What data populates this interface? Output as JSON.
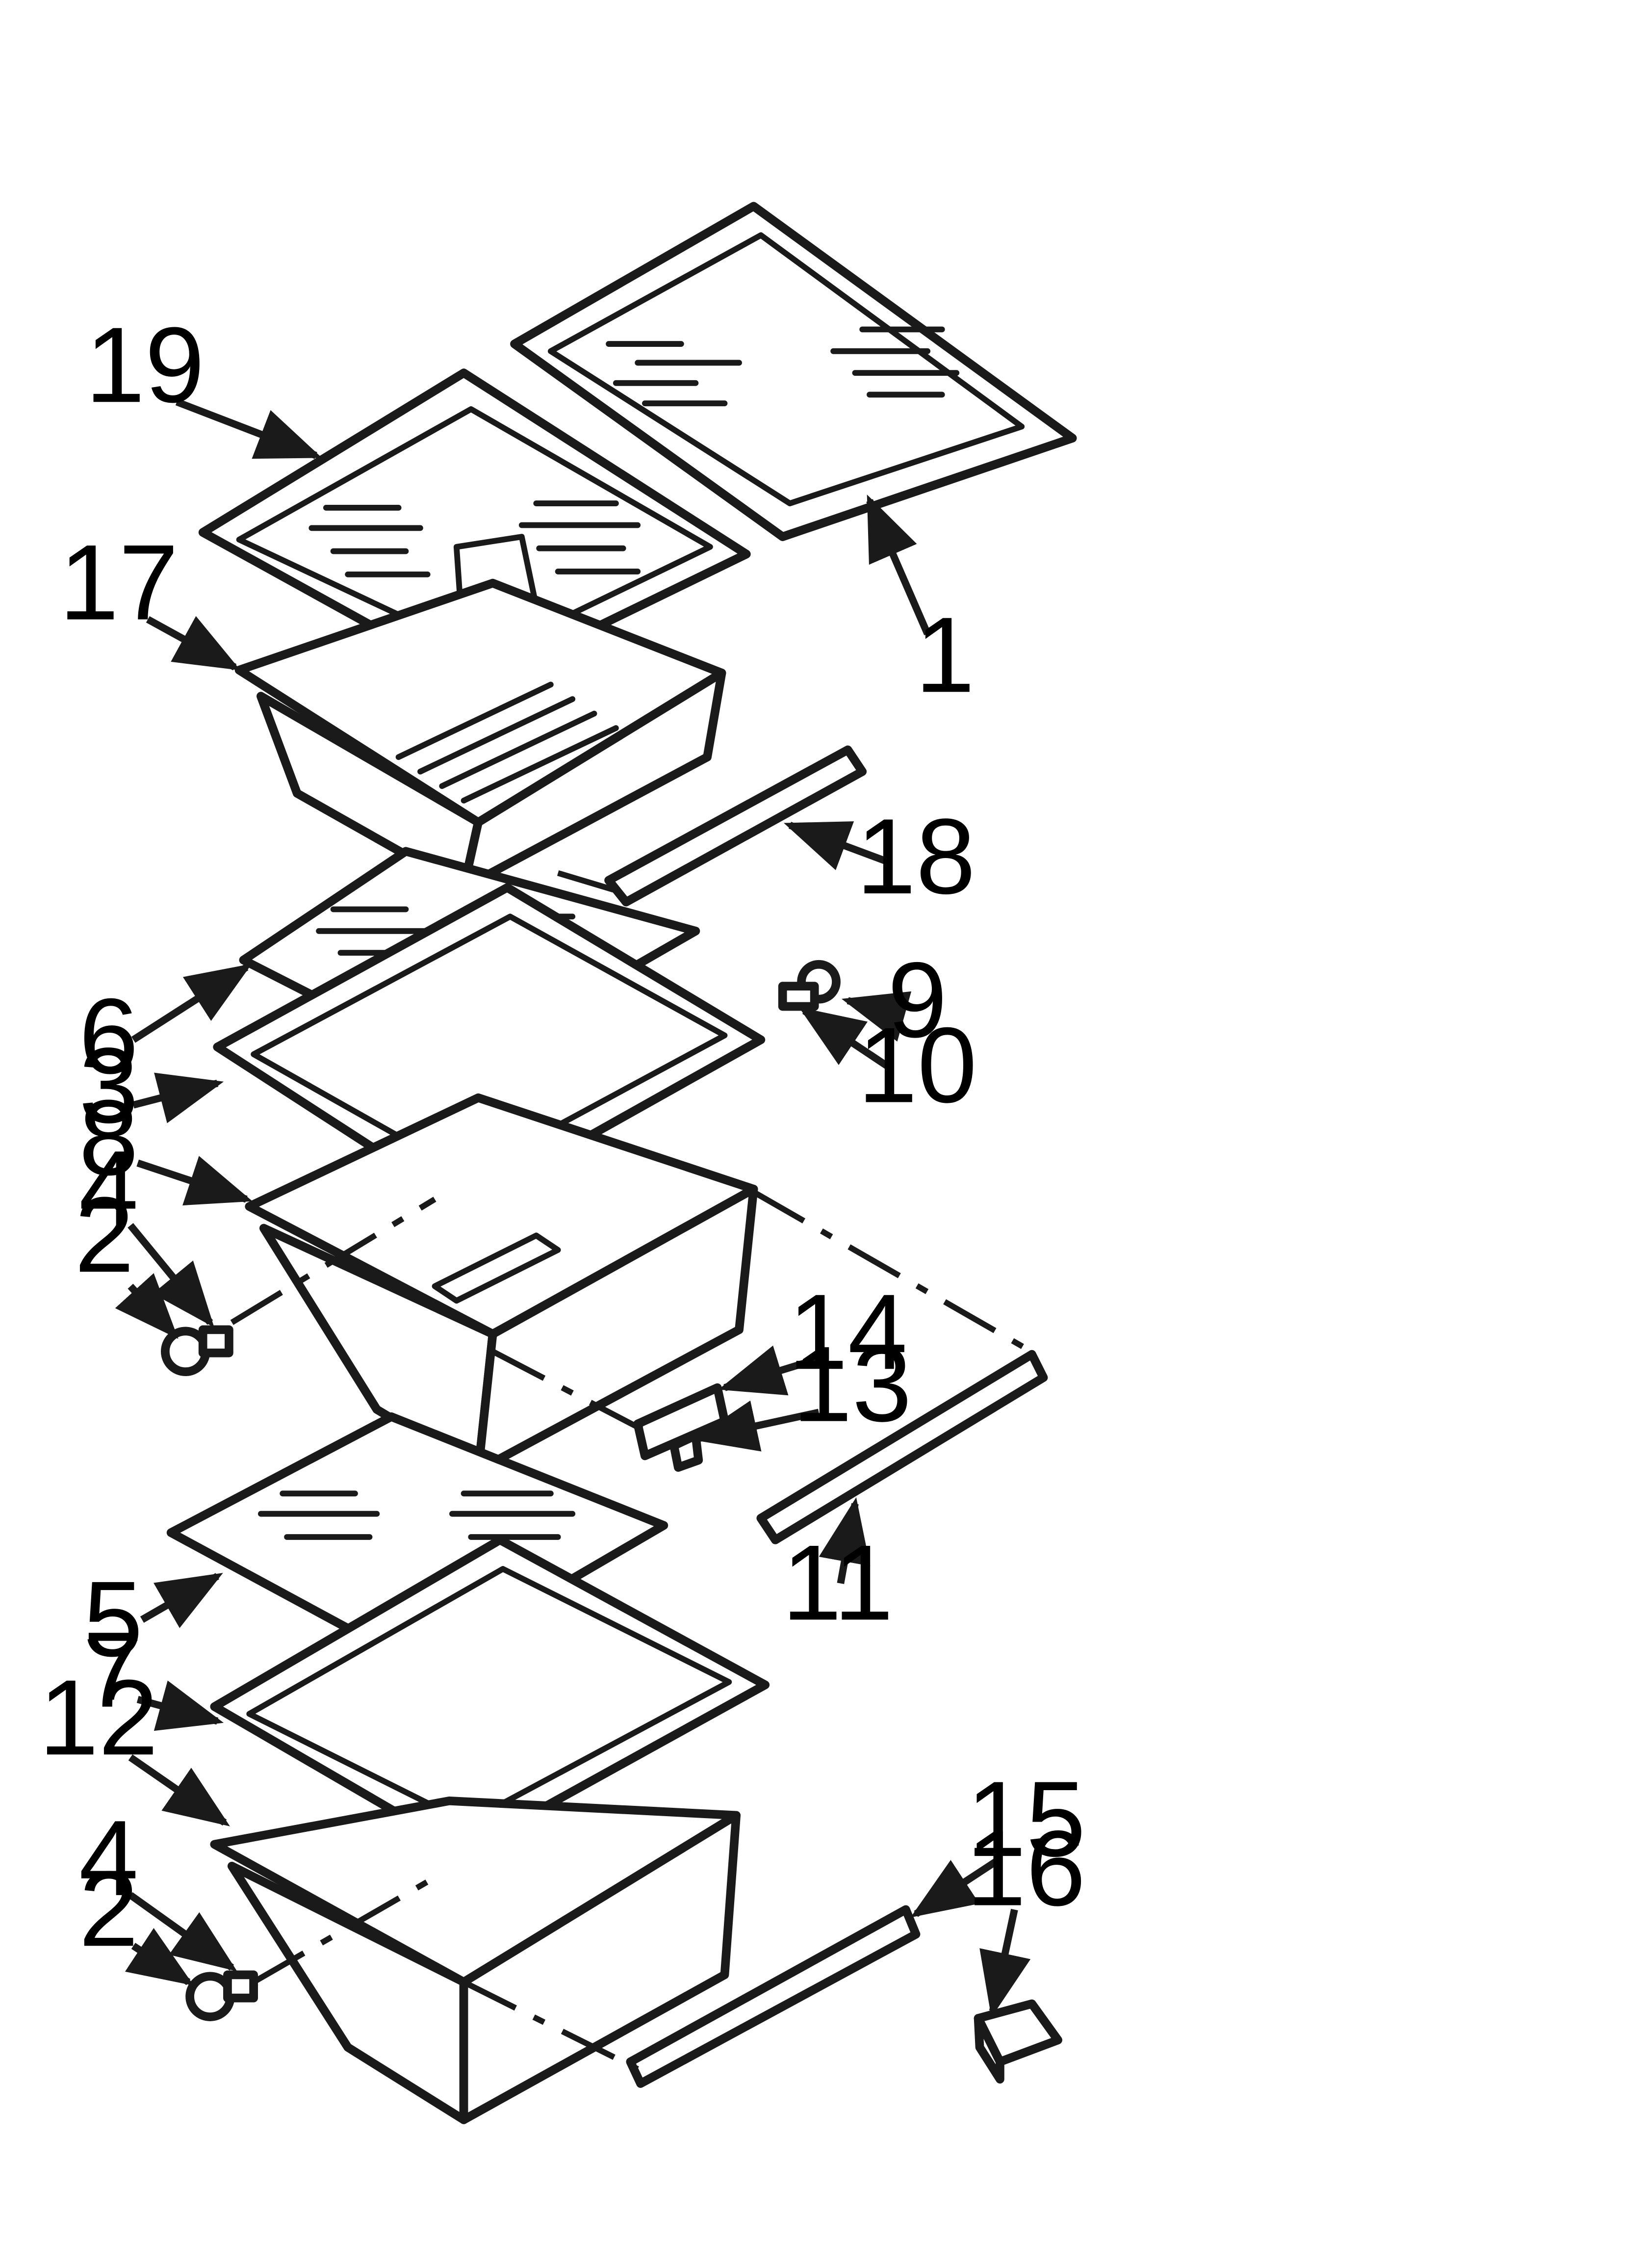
{
  "diagram": {
    "callouts": [
      {
        "id": "c19",
        "label": "19"
      },
      {
        "id": "c17",
        "label": "17"
      },
      {
        "id": "c1",
        "label": "1"
      },
      {
        "id": "c18",
        "label": "18"
      },
      {
        "id": "c9",
        "label": "9"
      },
      {
        "id": "c10",
        "label": "10"
      },
      {
        "id": "c6",
        "label": "6"
      },
      {
        "id": "c3",
        "label": "3"
      },
      {
        "id": "c8",
        "label": "8"
      },
      {
        "id": "c4a",
        "label": "4"
      },
      {
        "id": "c2a",
        "label": "2"
      },
      {
        "id": "c14",
        "label": "14"
      },
      {
        "id": "c13",
        "label": "13"
      },
      {
        "id": "c11",
        "label": "11"
      },
      {
        "id": "c5",
        "label": "5"
      },
      {
        "id": "c7",
        "label": "7"
      },
      {
        "id": "c12",
        "label": "12"
      },
      {
        "id": "c15",
        "label": "15"
      },
      {
        "id": "c16",
        "label": "16"
      },
      {
        "id": "c4b",
        "label": "4"
      },
      {
        "id": "c2b",
        "label": "2"
      }
    ]
  }
}
